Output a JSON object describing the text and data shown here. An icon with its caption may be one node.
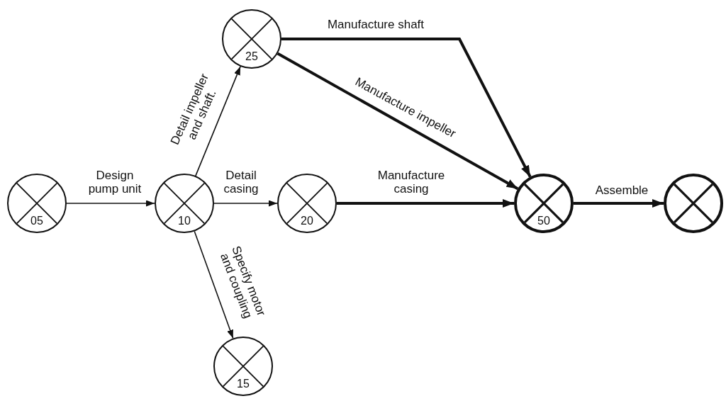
{
  "diagram": {
    "nodes": [
      {
        "text": [
          "05"
        ]
      },
      {
        "text": [
          "10"
        ]
      },
      {
        "text": [
          "25"
        ]
      },
      {
        "text": [
          "20"
        ]
      },
      {
        "text": [
          "15"
        ]
      },
      {
        "text": [
          "50"
        ]
      },
      {
        "text": [],
        "shape": "circle"
      }
    ],
    "edges": [
      {
        "from": 0,
        "to": 1,
        "arrow": "to",
        "label": "Design pump unit"
      },
      {
        "from": 1,
        "to": 2,
        "arrow": "to",
        "label": "Detail impeller and shaft."
      },
      {
        "from": 1,
        "to": 3,
        "arrow": "to",
        "label": "Detail casing"
      },
      {
        "from": 1,
        "to": 4,
        "arrow": "to",
        "label": "Specify motor and coupling"
      },
      {
        "from": 2,
        "to": 5,
        "arrow": "to",
        "label": "Manufacture shaft",
        "style": "thick"
      },
      {
        "from": 2,
        "to": 5,
        "arrow": "to",
        "label": "Manufacture impeller",
        "style": "thick"
      },
      {
        "from": 3,
        "to": 5,
        "arrow": "to",
        "label": "Manufacture casing",
        "style": "thick"
      },
      {
        "from": 5,
        "to": 6,
        "arrow": "to",
        "label": "Assemble",
        "style": "thick"
      }
    ]
  }
}
